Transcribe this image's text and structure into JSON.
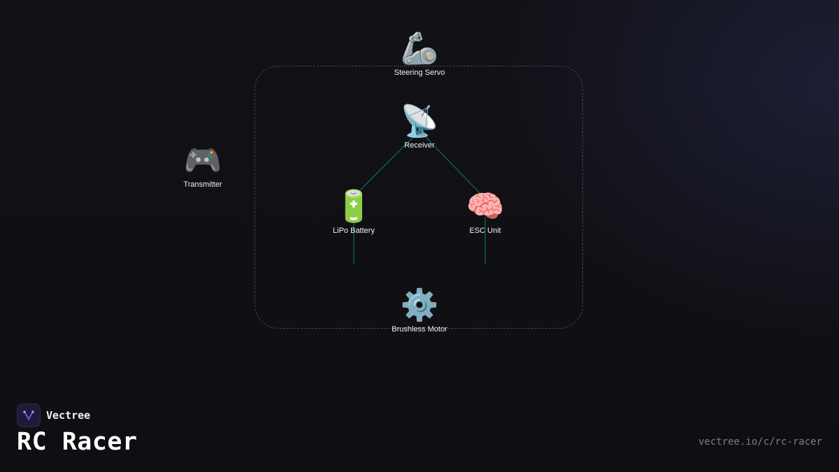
{
  "brand": {
    "name": "Vectree",
    "logo_icon": "vectree-logo-icon"
  },
  "diagram": {
    "title": "RC Racer",
    "url": "vectree.io/c/rc-racer",
    "edge_color": "#0f5c4a",
    "nodes": [
      {
        "id": "steering-servo",
        "label": "Steering Servo",
        "icon": "🦾",
        "icon_name": "mechanical-arm-icon"
      },
      {
        "id": "receiver",
        "label": "Receiver",
        "icon": "📡",
        "icon_name": "satellite-antenna-icon"
      },
      {
        "id": "transmitter",
        "label": "Transmitter",
        "icon": "🎮",
        "icon_name": "game-controller-icon"
      },
      {
        "id": "lipo-battery",
        "label": "LiPo Battery",
        "icon": "🔋",
        "icon_name": "battery-icon"
      },
      {
        "id": "esc-unit",
        "label": "ESC Unit",
        "icon": "🧠",
        "icon_name": "brain-icon"
      },
      {
        "id": "brushless-motor",
        "label": "Brushless Motor",
        "icon": "⚙️",
        "icon_name": "gear-icon"
      }
    ],
    "edges": [
      {
        "from": "receiver",
        "to": "lipo-battery"
      },
      {
        "from": "receiver",
        "to": "esc-unit"
      },
      {
        "from": "lipo-battery",
        "to": "brushless-motor"
      },
      {
        "from": "esc-unit",
        "to": "brushless-motor"
      }
    ]
  }
}
